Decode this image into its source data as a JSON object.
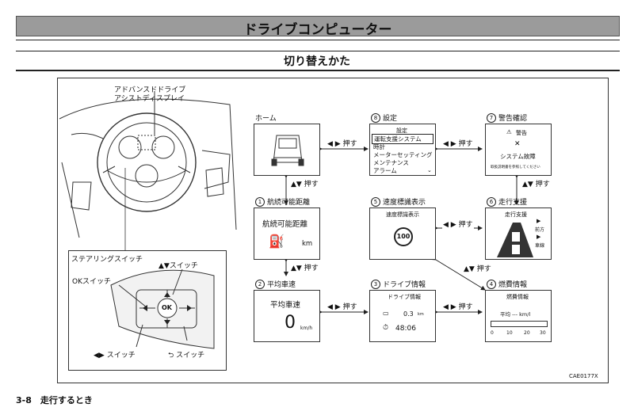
{
  "header": {
    "title": "ドライブコンピューター"
  },
  "section": {
    "title": "切り替えかた"
  },
  "illustration": {
    "display_label_line1": "アドバンスドドライブ",
    "display_label_line2": "アシストディスプレイ",
    "steering_switch_label": "ステアリングスイッチ",
    "ok_switch_label": "OKスイッチ",
    "updown_switch_label": "▲▼スイッチ",
    "leftright_switch_label": "◀▶ スイッチ",
    "back_switch_label": "⮌ スイッチ",
    "ok_button_text": "OK"
  },
  "screens": {
    "home": {
      "label": "ホーム"
    },
    "range": {
      "num": "1",
      "label": "航続可能距離",
      "content": "航続可能距離",
      "unit": "km"
    },
    "avg_speed": {
      "num": "2",
      "label": "平均車速",
      "content": "平均車速",
      "value": "0",
      "unit": "km/h"
    },
    "drive_info": {
      "num": "3",
      "label": "ドライブ情報",
      "content": "ドライブ情報",
      "distance": "0.3",
      "distance_unit": "km",
      "time": "48:06"
    },
    "fuel": {
      "num": "4",
      "label": "燃費情報",
      "content": "燃費情報",
      "avg_text": "平均 --- km/l",
      "scale": [
        "0",
        "10",
        "20",
        "30"
      ]
    },
    "sign": {
      "num": "5",
      "label": "速度標識表示",
      "content": "速度標識表示",
      "speed": "100"
    },
    "drive_assist": {
      "num": "6",
      "label": "走行支援",
      "content": "走行支援",
      "front": "前方",
      "lane": "車線"
    },
    "warning": {
      "num": "7",
      "label": "警告確認",
      "content": "警告",
      "system": "システム故障",
      "note": "取扱説明書を参照してください"
    },
    "settings": {
      "num": "8",
      "label": "設定",
      "menu_title": "設定",
      "items": [
        "運転支援システム",
        "時計",
        "メーターセッティング",
        "メンテナンス",
        "アラーム"
      ]
    }
  },
  "arrows": {
    "lr_press": "◀ ▶ 押す",
    "ud_press": "▲▼ 押す"
  },
  "footer": {
    "page": "3-8　走行するとき",
    "code": "CAE0177X"
  }
}
